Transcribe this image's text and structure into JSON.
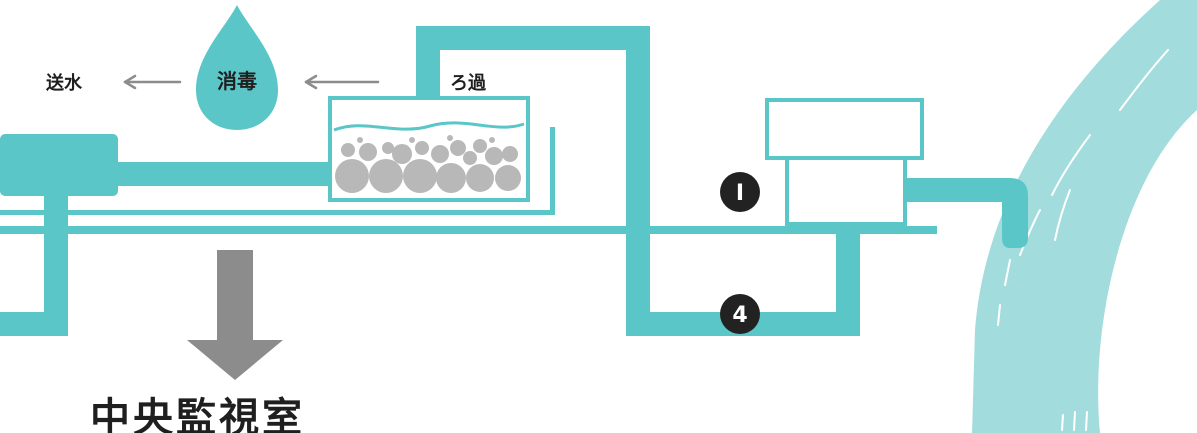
{
  "labels": {
    "send_water": "送水",
    "disinfection": "消毒",
    "filtration": "ろ過",
    "central_monitoring": "中央監視室"
  },
  "markers": {
    "marker_1": "Ⅰ",
    "marker_4": "4"
  },
  "colors": {
    "pipe": "#5bc6c7",
    "river": "#a3dcdd",
    "gravel": "#b8b8b8",
    "arrow": "#8c8c8c",
    "marker": "#222222",
    "text": "#1f1f1f"
  }
}
